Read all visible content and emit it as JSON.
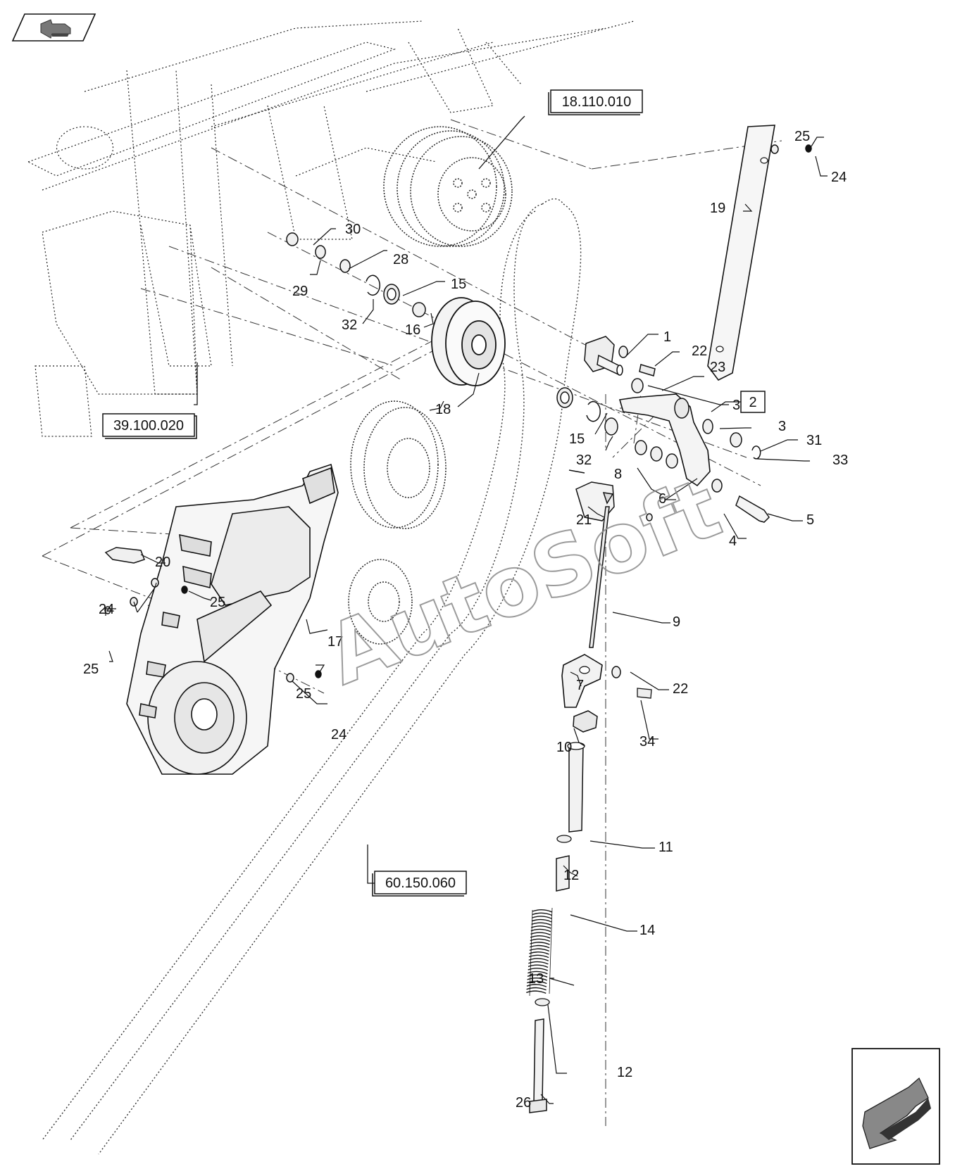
{
  "nav": {
    "back_icon": "back-arrow-icon",
    "next_icon": "next-arrow-icon"
  },
  "references": {
    "r1": "18.110.010",
    "r2": "39.100.020",
    "r3": "60.150.060"
  },
  "boxed_label": "2",
  "callouts": {
    "c1": "1",
    "c3a": "3",
    "c3b": "3",
    "c4": "4",
    "c5": "5",
    "c6": "6",
    "c7": "7",
    "c8": "8",
    "c9": "9",
    "c10": "10",
    "c11": "11",
    "c12a": "12",
    "c12b": "12",
    "c13": "13",
    "c14": "14",
    "c15a": "15",
    "c15b": "15",
    "c16": "16",
    "c17": "17",
    "c18": "18",
    "c19": "19",
    "c20": "20",
    "c21": "21",
    "c22a": "22",
    "c22b": "22",
    "c23": "23",
    "c24a": "24",
    "c24b": "24",
    "c24c": "24",
    "c25a": "25",
    "c25b": "25",
    "c25c": "25",
    "c25d": "25",
    "c26": "26",
    "c28": "28",
    "c29": "29",
    "c30": "30",
    "c31": "31",
    "c32a": "32",
    "c32b": "32",
    "c33": "33",
    "c34": "34"
  },
  "watermark": "AutoSoft",
  "colors": {
    "line": "#111111",
    "watermark": "#9a9a9a",
    "fill_light": "#f2f2f2"
  }
}
